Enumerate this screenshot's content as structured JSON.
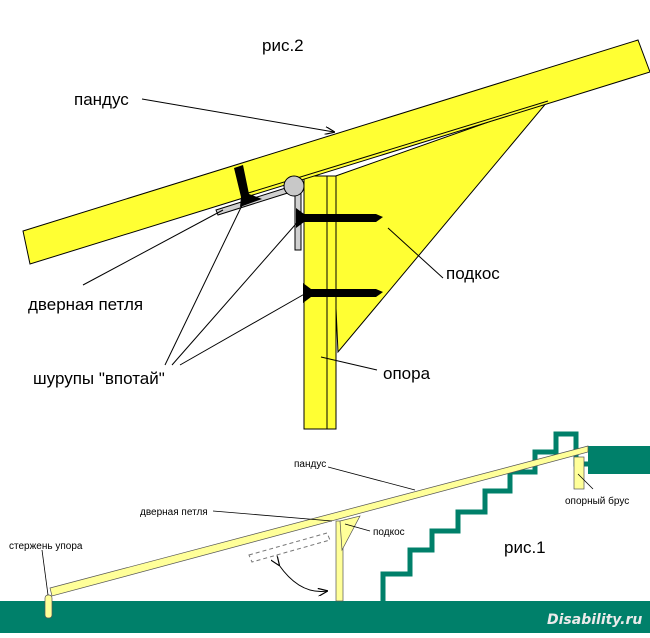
{
  "figure2": {
    "title": "рис.2",
    "labels": {
      "ramp": "пандус",
      "door_hinge": "дверная петля",
      "screws": "шурупы \"впотай\"",
      "brace": "подкос",
      "support": "опора"
    }
  },
  "figure1": {
    "title": "рис.1",
    "labels": {
      "ramp": "пандус",
      "door_hinge": "дверная петля",
      "brace": "подкос",
      "stop_rod": "стержень упора",
      "support_beam": "опорный брус"
    }
  },
  "watermark": "Disability.ru",
  "colors": {
    "wood": "#ffff33",
    "ground": "#00806a",
    "outline": "#000000",
    "hinge": "#c0c0c0"
  }
}
